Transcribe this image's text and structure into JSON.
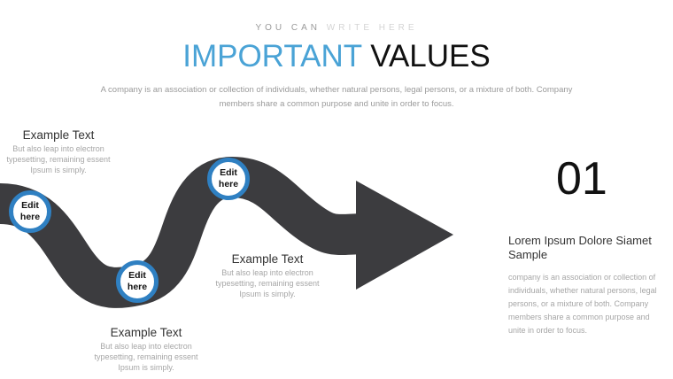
{
  "header": {
    "kicker_dark": "YOU CAN",
    "kicker_light": "WRITE HERE",
    "title_accent": "IMPORTANT",
    "title_rest": "VALUES",
    "subtitle": "A company is an association or collection of individuals, whether natural persons, legal persons, or a mixture of both. Company members share a common purpose and unite in order to focus."
  },
  "colors": {
    "accent": "#4aa3d6",
    "road": "#3c3c3f",
    "ring": "#2f80c2"
  },
  "nodes": [
    {
      "label": "Edit here"
    },
    {
      "label": "Edit here"
    },
    {
      "label": "Edit here"
    }
  ],
  "examples": [
    {
      "title": "Example Text",
      "body": "But also leap into electron typesetting, remaining essent Ipsum is simply."
    },
    {
      "title": "Example Text",
      "body": "But also leap into electron typesetting, remaining essent Ipsum is simply."
    },
    {
      "title": "Example Text",
      "body": "But also leap into electron typesetting, remaining essent Ipsum is simply."
    }
  ],
  "side": {
    "number": "01",
    "title": "Lorem Ipsum Dolore Siamet Sample",
    "body": "company is an association or collection of individuals, whether natural persons, legal persons, or a mixture of both. Company members share a common purpose and unite in order to focus."
  }
}
